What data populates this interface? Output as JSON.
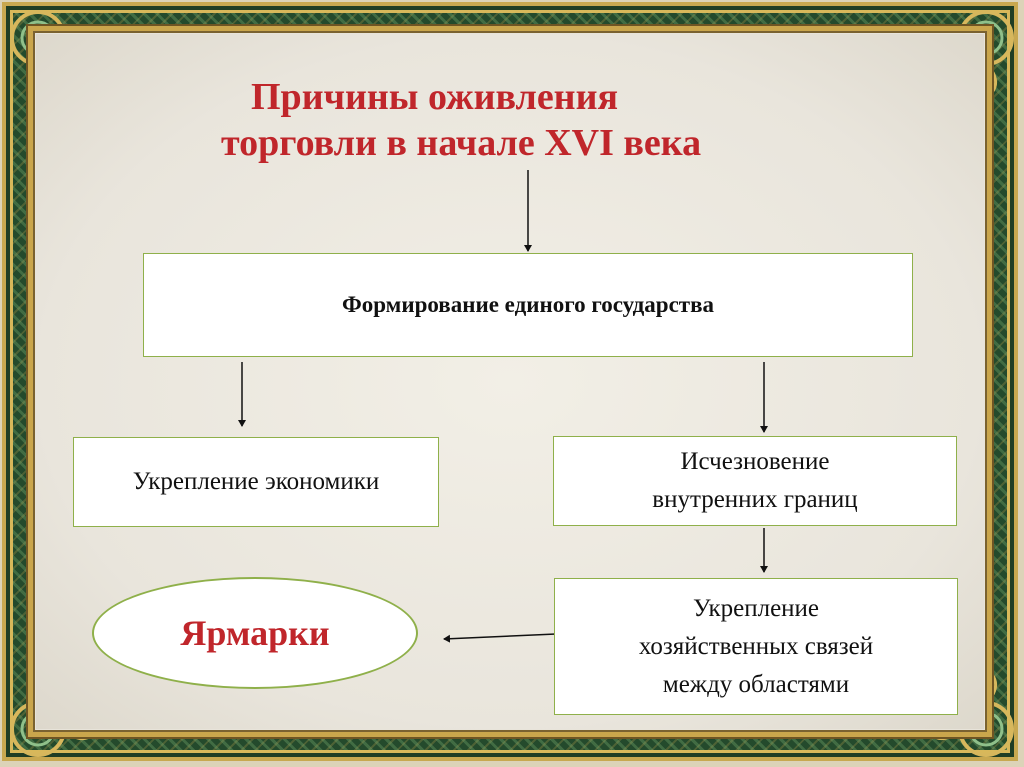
{
  "title": {
    "line1": "Причины оживления",
    "line2": "торговли  в начале XVI века"
  },
  "boxes": {
    "main": "Формирование единого государства",
    "economy": "Укрепление экономики",
    "borders_line1": "Исчезновение",
    "borders_line2": "внутренних границ",
    "links_line1": "Укрепление",
    "links_line2": "хозяйственных связей",
    "links_line3": "между областями"
  },
  "result": "Ярмарки",
  "colors": {
    "title": "#c0262b",
    "box_border": "#8fb04a",
    "frame_green": "#244a2c",
    "frame_gold": "#caa64c"
  }
}
